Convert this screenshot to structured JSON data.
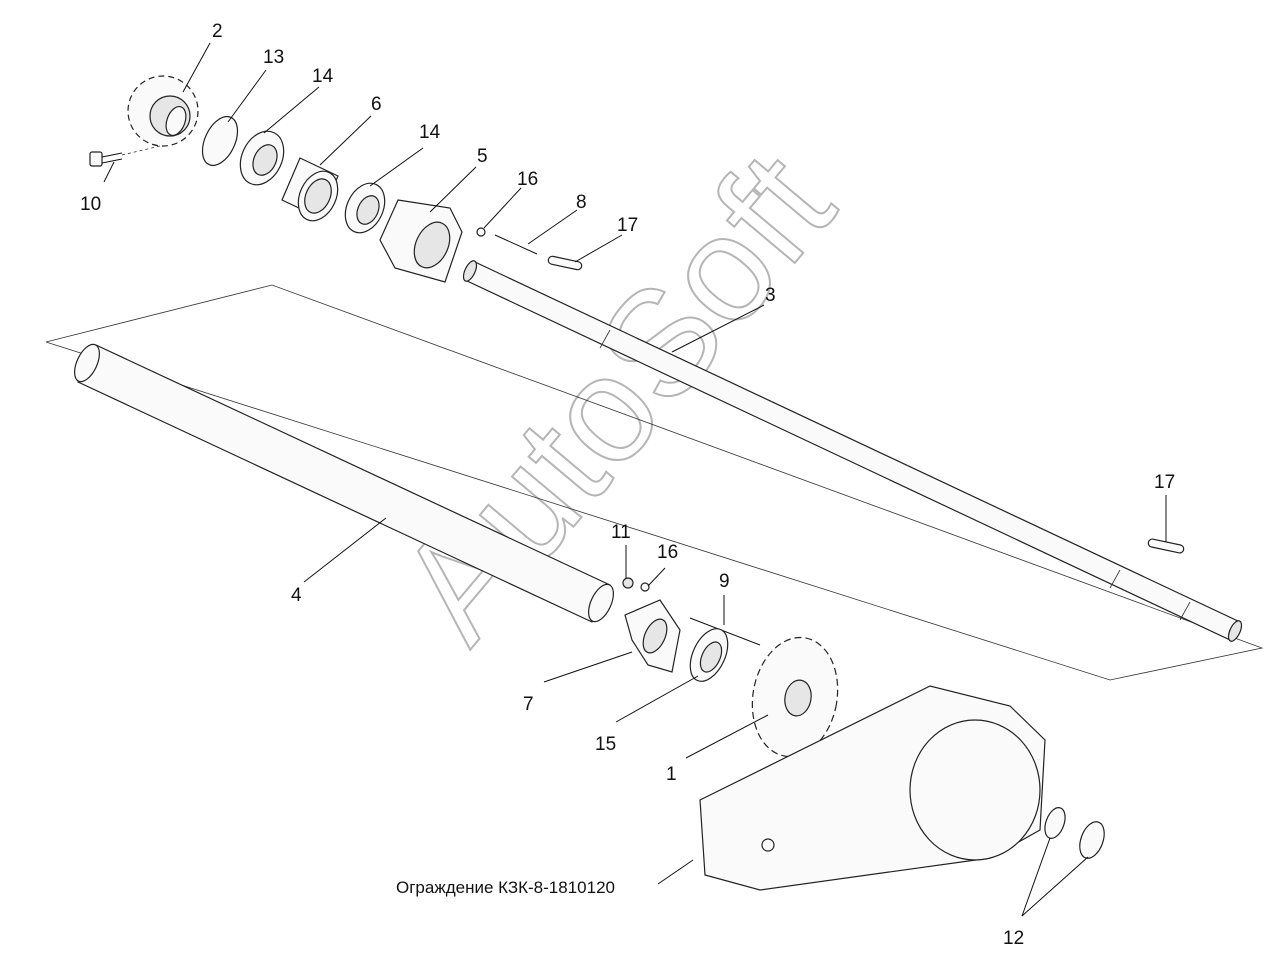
{
  "labels": {
    "l1": "1",
    "l2": "2",
    "l3": "3",
    "l4": "4",
    "l5": "5",
    "l6": "6",
    "l7": "7",
    "l8": "8",
    "l9": "9",
    "l10": "10",
    "l11": "11",
    "l12": "12",
    "l13": "13",
    "l14a": "14",
    "l14b": "14",
    "l15": "15",
    "l16a": "16",
    "l16b": "16",
    "l17a": "17",
    "l17b": "17"
  },
  "caption": "Ограждение КЗК-8-1810120",
  "watermark": "AutoSoft"
}
